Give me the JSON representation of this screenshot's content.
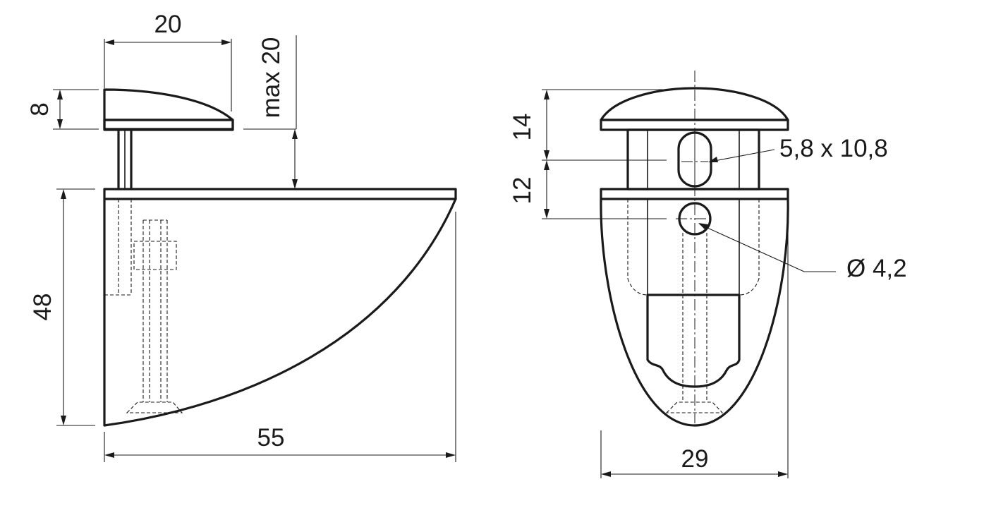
{
  "dimensions": {
    "top_width": "20",
    "cap_height": "8",
    "max_gap": "max 20",
    "body_height": "48",
    "total_depth": "55",
    "front_upper": "14",
    "front_lower": "12",
    "slot_size": "5,8 x 10,8",
    "hole_diameter": "Ø 4,2",
    "front_width": "29"
  }
}
